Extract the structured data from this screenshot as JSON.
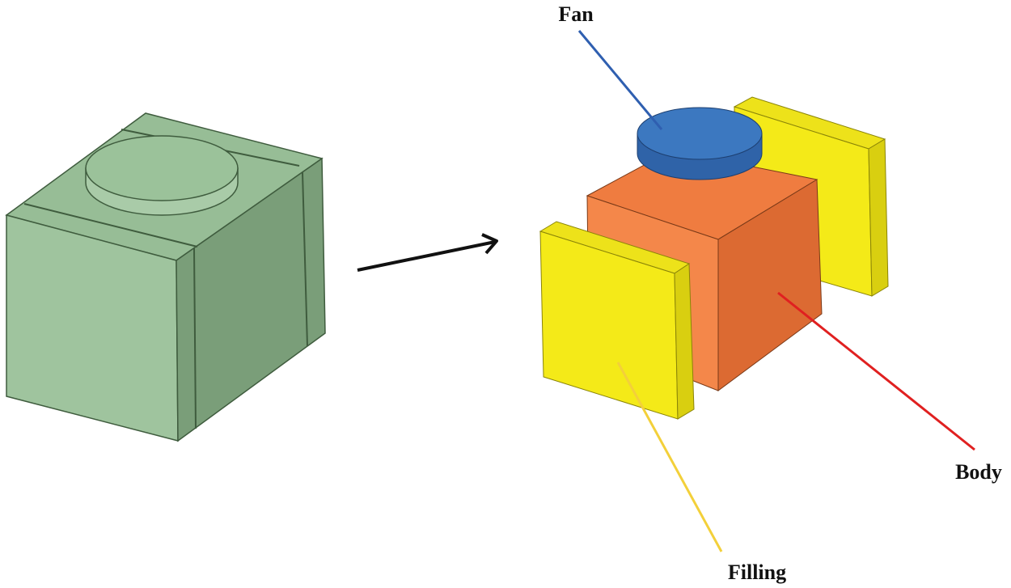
{
  "labels": {
    "fan": "Fan",
    "body": "Body",
    "filling": "Filling"
  },
  "colors": {
    "assembled_face_front": "#9fc49e",
    "assembled_face_side": "#7a9e79",
    "assembled_face_top": "#97bd96",
    "assembled_edge": "#3f5c3e",
    "fan": "#3c78c0",
    "fan_side": "#2f63a8",
    "body_front": "#f4874a",
    "body_side": "#dc6a32",
    "body_top": "#ef7c40",
    "filling_front": "#f4ea18",
    "filling_side": "#d9cf10",
    "arrow": "#111111",
    "leader_fan": "#2f5fb0",
    "leader_body": "#e02020",
    "leader_filling": "#f3d03a"
  },
  "icons": {
    "transform_arrow": "right-arrow-icon"
  }
}
